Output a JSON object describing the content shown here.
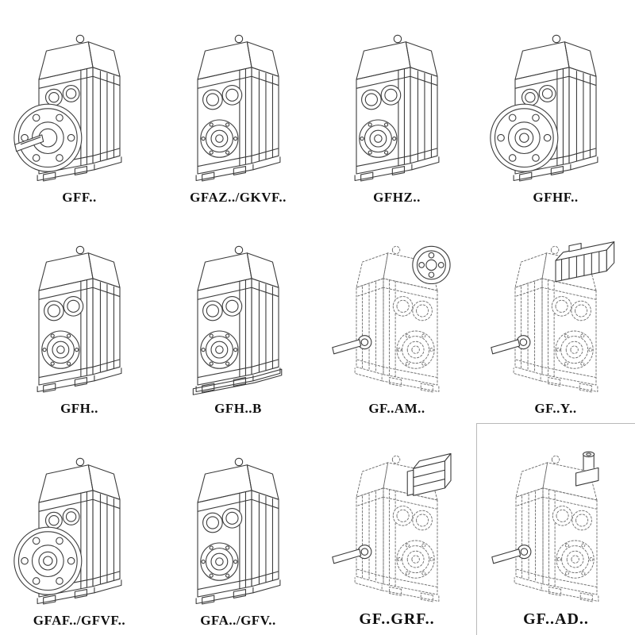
{
  "page": {
    "background_color": "#ffffff",
    "line_color": "#3b3b3b",
    "phantom_line_color": "#707070"
  },
  "catalog": {
    "items": [
      {
        "label": "GFF..",
        "drawing": "flange-shaft-gearbox",
        "style": "solid"
      },
      {
        "label": "GFAZ../GKVF..",
        "drawing": "front-bores-gearbox",
        "style": "solid"
      },
      {
        "label": "GFHZ..",
        "drawing": "front-bores-gearbox",
        "style": "solid"
      },
      {
        "label": "GFHF..",
        "drawing": "flange-hollow-gearbox",
        "style": "solid"
      },
      {
        "label": "GFH..",
        "drawing": "front-bores-gearbox",
        "style": "solid"
      },
      {
        "label": "GFH..B",
        "drawing": "front-bores-foot-gearbox",
        "style": "solid"
      },
      {
        "label": "GF..AM..",
        "drawing": "phantom-input-flange-gearbox",
        "style": "phantom"
      },
      {
        "label": "GF..Y..",
        "drawing": "phantom-motor-gearbox",
        "style": "phantom"
      },
      {
        "label": "GFAF../GFVF..",
        "drawing": "flange-hollow-gearbox",
        "style": "solid"
      },
      {
        "label": "GFA../GFV..",
        "drawing": "front-bores-gearbox",
        "style": "solid"
      },
      {
        "label": "GF..GRF..",
        "drawing": "phantom-adapter-gearbox",
        "style": "phantom"
      },
      {
        "label": "GF..AD..",
        "drawing": "phantom-input-shaft-gearbox",
        "style": "phantom"
      }
    ]
  }
}
